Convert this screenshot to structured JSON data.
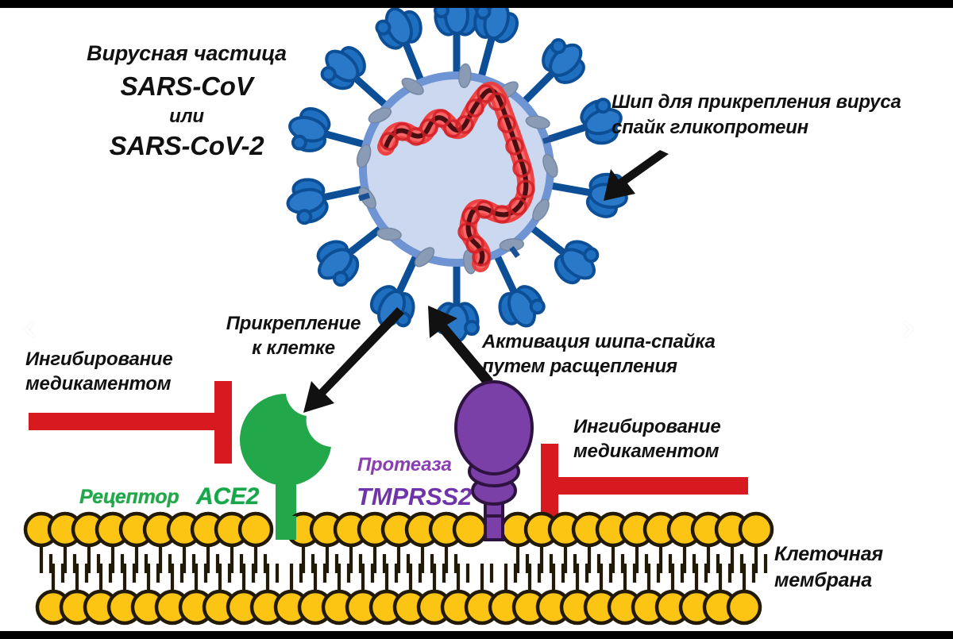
{
  "figure": {
    "title_block": {
      "line1": "Вирусная частица",
      "line2": "SARS-CoV",
      "line3": "или",
      "line4": "SARS-CoV-2"
    },
    "labels": {
      "spike_glycoprotein": "Шип для прикрепления вируса\nспайк гликопротеин",
      "attachment_to_cell": "Прикрепление\nк клетке",
      "inhibition_drug_left": "Ингибирование\nмедикаментом",
      "spike_activation": "Активация шипа-спайка\nпутем расщепления",
      "inhibition_drug_right": "Ингибирование\nмедикаментом",
      "receptor_prefix": "Рецептор",
      "receptor_name": "ACE2",
      "protease_prefix": "Протеаза",
      "protease_name": "TMPRSS2",
      "cell_membrane": "Клеточная\nмембрана"
    },
    "nav": {
      "prev_chevron": "‹",
      "next_chevron": "›"
    },
    "colors": {
      "virus_body": "#ccd8f0",
      "virus_rim": "#6f94d4",
      "spike_blue": "#1f6fc0",
      "spike_outline": "#0d4f96",
      "membrane_protein_gray": "#8a9bb5",
      "rna_red": "#ef3b3b",
      "rna_core": "#4a0d12",
      "receptor_green": "#22a84a",
      "protease_purple": "#7b3fa8",
      "inhibitor_red": "#d71920",
      "lipid_yellow": "#fcc514",
      "lipid_outline": "#221a08",
      "arrow_black": "#111111",
      "frame_black": "#000000"
    }
  }
}
